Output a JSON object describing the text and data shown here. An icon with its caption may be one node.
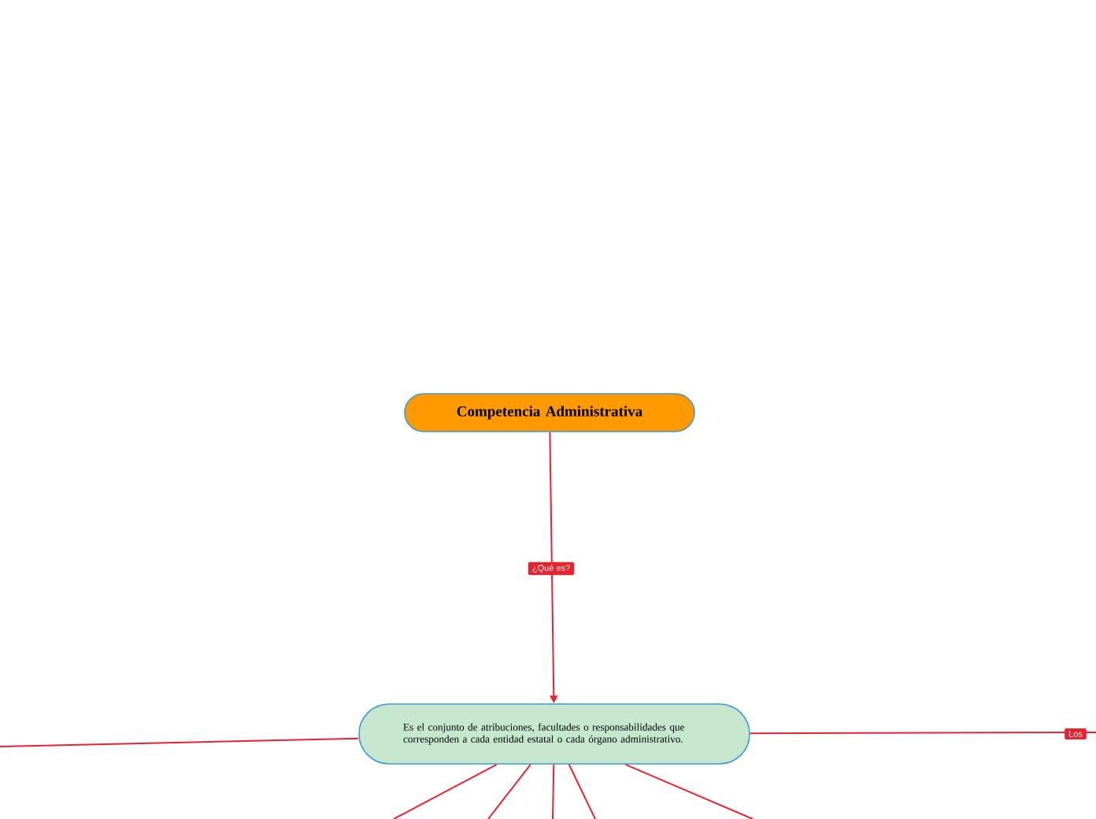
{
  "diagram": {
    "nodes": [
      {
        "text": [
          "Competencia Administrativa"
        ]
      },
      {
        "text": [
          "Es el conjunto de atribuciones, facultades o responsabilidades que corresponden a cada entidad estatal o cada órgano administrativo."
        ]
      }
    ],
    "edges": [
      {
        "from": 0,
        "to": 1,
        "arrow": "to",
        "label": "¿Qué es?"
      },
      {
        "from": 1,
        "to": null,
        "arrow": "none"
      },
      {
        "from": 1,
        "to": null,
        "arrow": "none",
        "label": "Los"
      },
      {
        "from": 1,
        "to": null,
        "arrow": "none"
      },
      {
        "from": 1,
        "to": null,
        "arrow": "none"
      },
      {
        "from": 1,
        "to": null,
        "arrow": "none"
      },
      {
        "from": 1,
        "to": null,
        "arrow": "none"
      },
      {
        "from": 1,
        "to": null,
        "arrow": "none"
      }
    ]
  }
}
